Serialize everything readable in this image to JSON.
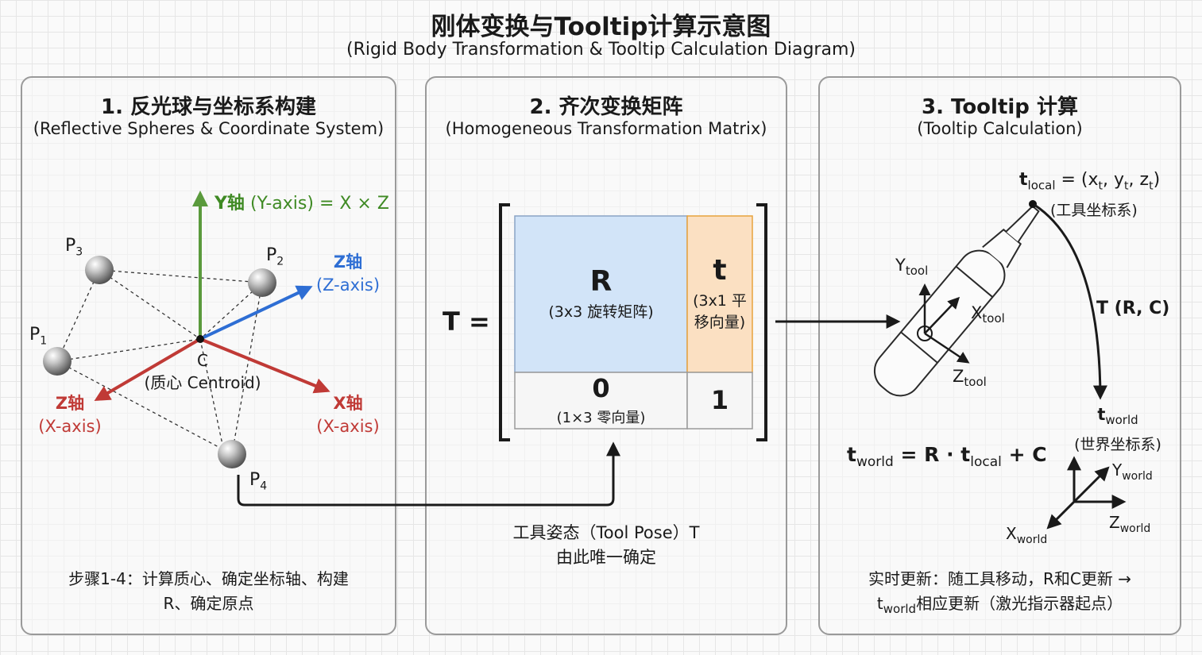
{
  "title": "刚体变换与Tooltip计算示意图",
  "subtitle": "(Rigid Body Transformation & Tooltip Calculation Diagram)",
  "panel1": {
    "title": "1. 反光球与坐标系构建",
    "subtitle": "(Reflective Spheres & Coordinate System)",
    "y_axis_label": "Y轴",
    "y_axis_sub": "(Y-axis) = X × Z",
    "z_axis_label": "Z轴",
    "z_axis_sub": "(Z-axis)",
    "x_axis_label": "X轴",
    "x_axis_sub": "(X-axis)",
    "left_axis_label": "Z轴",
    "left_axis_sub": "(X-axis)",
    "centroid_label": "C",
    "centroid_sub": "(质心 Centroid)",
    "points": [
      "P",
      "P",
      "P",
      "P"
    ],
    "point_subs": [
      "3",
      "2",
      "1",
      "4"
    ],
    "note_line1": "步骤1-4：计算质心、确定坐标轴、构建",
    "note_line2": "R、确定原点"
  },
  "panel2": {
    "title": "2. 齐次变换矩阵",
    "subtitle": "(Homogeneous Transformation Matrix)",
    "t_equals": "T =",
    "r_label": "R",
    "r_sub": "(3x3 旋转矩阵)",
    "t_label": "t",
    "t_sub_line1": "(3x1 平",
    "t_sub_line2": "移向量)",
    "zero_label": "0",
    "zero_sub": "(1×3 零向量)",
    "one_label": "1",
    "note_line1": "工具姿态（Tool Pose）T",
    "note_line2": "由此唯一确定"
  },
  "panel3": {
    "title": "3. Tooltip 计算",
    "subtitle": "(Tooltip Calculation)",
    "tlocal_t": "t",
    "tlocal_sub": "local",
    "tlocal_eq": " = (x",
    "tlocal_xs": "t",
    "tlocal_y": ", y",
    "tlocal_ys": "t",
    "tlocal_z": ", z",
    "tlocal_zs": "t",
    "tlocal_close": ")",
    "tool_frame": "(工具坐标系)",
    "ytool": "Y",
    "ytool_sub": "tool",
    "xtool": "X",
    "xtool_sub": "tool",
    "ztool": "Z",
    "ztool_sub": "tool",
    "transform_label": "T (R, C)",
    "tworld_t": "t",
    "tworld_sub": "world",
    "world_frame": "(世界坐标系)",
    "eq_t": "t",
    "eq_world": "world",
    "eq_mid": " = R · t",
    "eq_local": "local",
    "eq_end": " + C",
    "yworld": "Y",
    "yworld_sub": "world",
    "zworld": "Z",
    "zworld_sub": "world",
    "xworld": "X",
    "xworld_sub": "world",
    "note_line1": "实时更新：随工具移动，R和C更新 →",
    "note_t": "t",
    "note_sub": "world",
    "note_rest": "相应更新（激光指示器起点）"
  },
  "colors": {
    "y_axis": "#5a9a3c",
    "z_axis": "#2e6ed4",
    "x_axis": "#c03a36",
    "r_fill": "#d2e4f8",
    "t_fill": "#fbe0c2",
    "t_border": "#e8a23c"
  }
}
